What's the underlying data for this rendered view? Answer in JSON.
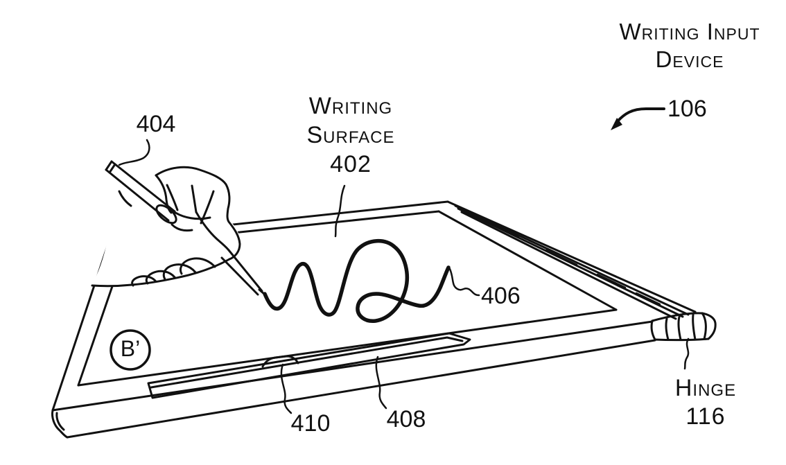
{
  "figure": {
    "device_label": {
      "line1": "Writing Input",
      "line2": "Device",
      "ref": "106"
    },
    "surface_label": {
      "line1": "Writing",
      "line2": "Surface",
      "ref": "402"
    },
    "stylus_ref": "404",
    "ink_stroke_ref": "406",
    "pen_tray_ref": "408",
    "notch_ref": "410",
    "section_marker": "B’",
    "hinge_label": {
      "name": "Hinge",
      "ref": "116"
    }
  },
  "colors": {
    "line": "#111111",
    "background": "#ffffff"
  }
}
